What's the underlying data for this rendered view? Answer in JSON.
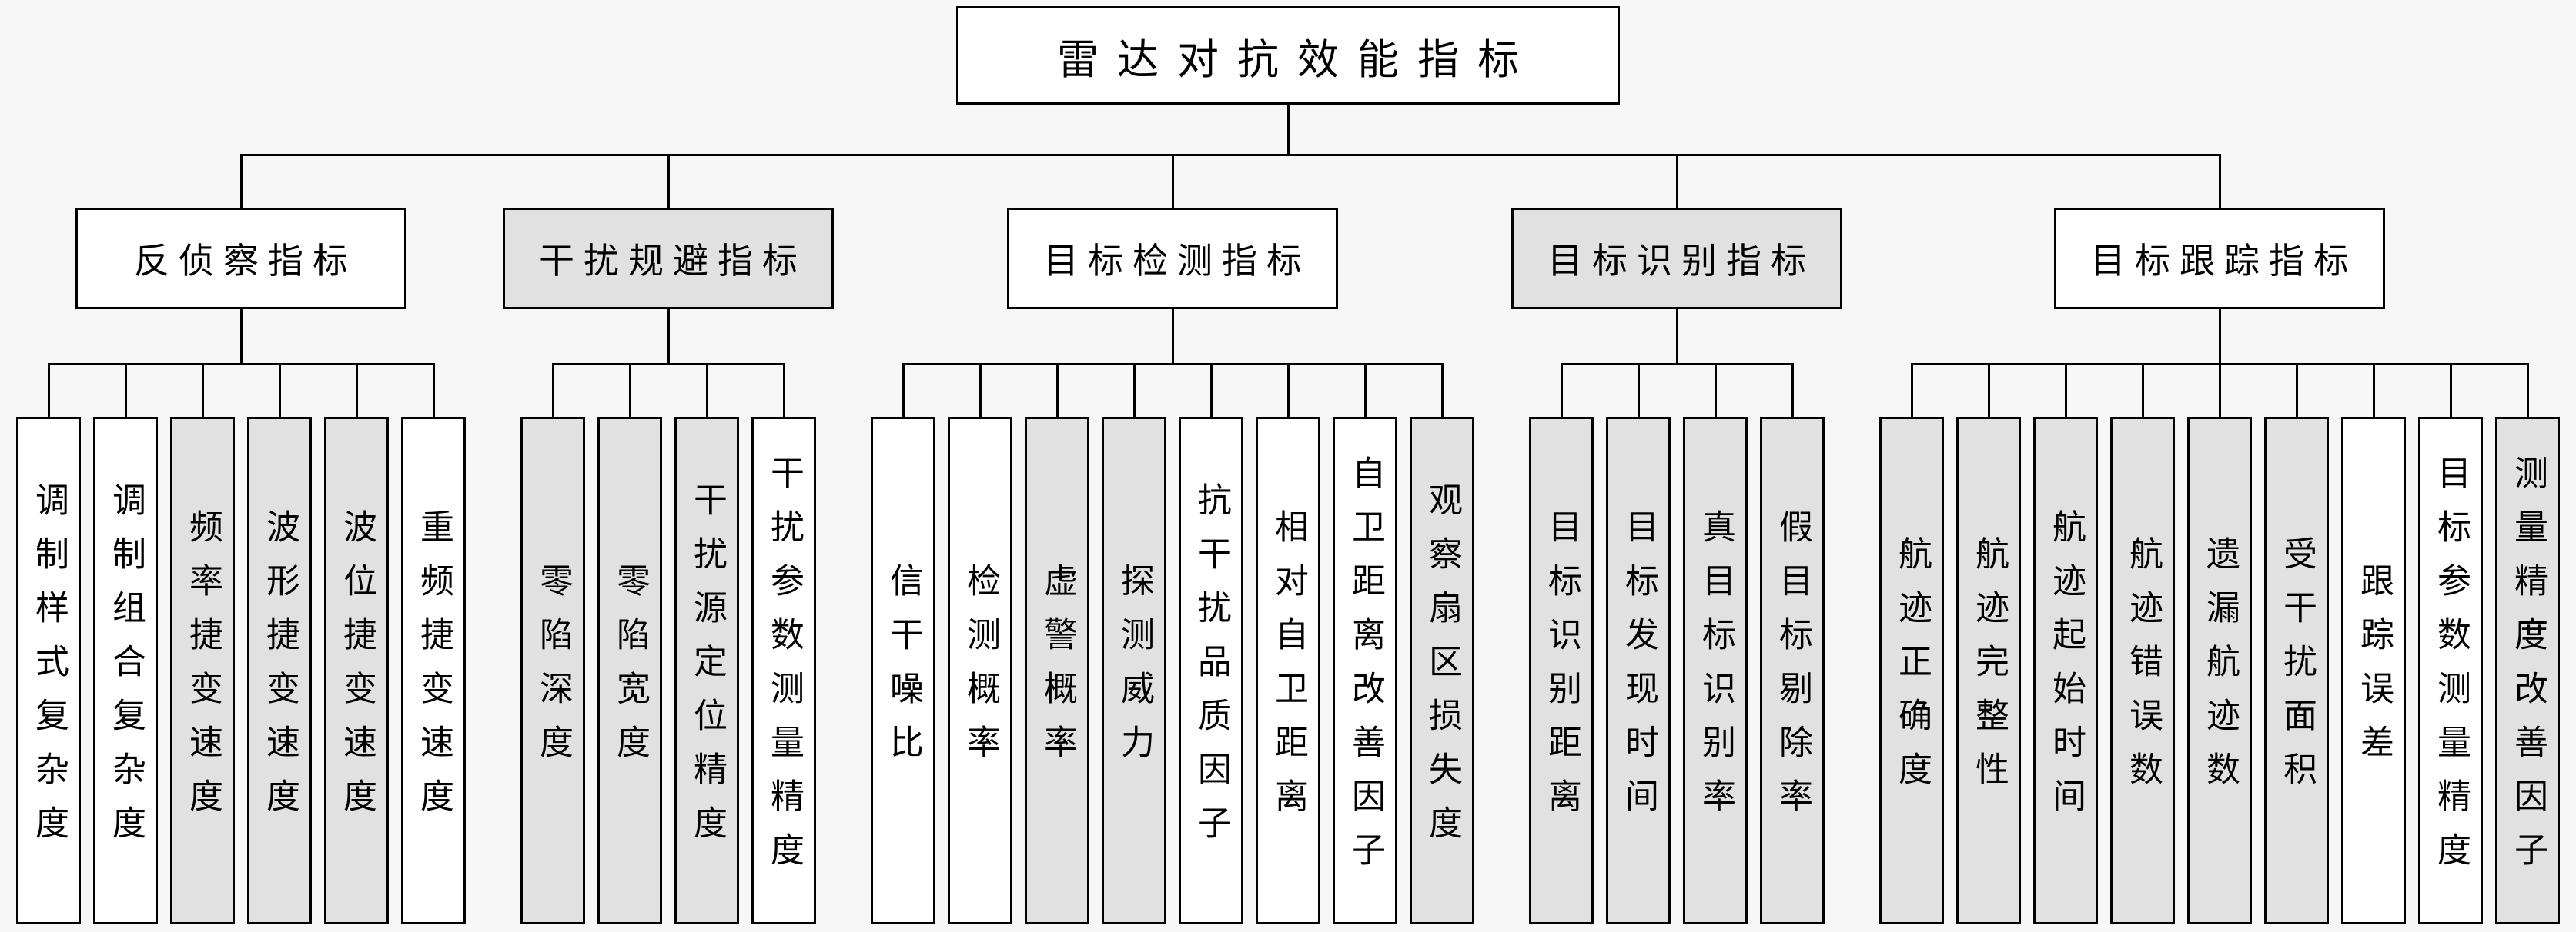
{
  "title": "雷达对抗效能指标",
  "colors": {
    "page_background": "#f7f7f7",
    "box_white": "#ffffff",
    "box_gray": "#e1e1e1",
    "line": "#000000"
  },
  "root": {
    "label": "雷达对抗效能指标",
    "variant": "white"
  },
  "branches": [
    {
      "label": "反侦察指标",
      "variant": "white",
      "leaves": [
        {
          "label": "调制样式复杂度",
          "variant": "white"
        },
        {
          "label": "调制组合复杂度",
          "variant": "white"
        },
        {
          "label": "频率捷变速度",
          "variant": "gray"
        },
        {
          "label": "波形捷变速度",
          "variant": "gray"
        },
        {
          "label": "波位捷变速度",
          "variant": "gray"
        },
        {
          "label": "重频捷变速度",
          "variant": "white"
        }
      ]
    },
    {
      "label": "干扰规避指标",
      "variant": "gray",
      "leaves": [
        {
          "label": "零陷深度",
          "variant": "gray"
        },
        {
          "label": "零陷宽度",
          "variant": "gray"
        },
        {
          "label": "干扰源定位精度",
          "variant": "gray"
        },
        {
          "label": "干扰参数测量精度",
          "variant": "white"
        }
      ]
    },
    {
      "label": "目标检测指标",
      "variant": "white",
      "leaves": [
        {
          "label": "信干噪比",
          "variant": "white"
        },
        {
          "label": "检测概率",
          "variant": "white"
        },
        {
          "label": "虚警概率",
          "variant": "gray"
        },
        {
          "label": "探测威力",
          "variant": "gray"
        },
        {
          "label": "抗干扰品质因子",
          "variant": "white"
        },
        {
          "label": "相对自卫距离",
          "variant": "white"
        },
        {
          "label": "自卫距离改善因子",
          "variant": "white"
        },
        {
          "label": "观察扇区损失度",
          "variant": "gray"
        }
      ]
    },
    {
      "label": "目标识别指标",
      "variant": "gray",
      "leaves": [
        {
          "label": "目标识别距离",
          "variant": "gray"
        },
        {
          "label": "目标发现时间",
          "variant": "gray"
        },
        {
          "label": "真目标识别率",
          "variant": "gray"
        },
        {
          "label": "假目标剔除率",
          "variant": "gray"
        }
      ]
    },
    {
      "label": "目标跟踪指标",
      "variant": "white",
      "leaves": [
        {
          "label": "航迹正确度",
          "variant": "gray"
        },
        {
          "label": "航迹完整性",
          "variant": "gray"
        },
        {
          "label": "航迹起始时间",
          "variant": "gray"
        },
        {
          "label": "航迹错误数",
          "variant": "gray"
        },
        {
          "label": "遗漏航迹数",
          "variant": "gray"
        },
        {
          "label": "受干扰面积",
          "variant": "gray"
        },
        {
          "label": "跟踪误差",
          "variant": "white"
        },
        {
          "label": "目标参数测量精度",
          "variant": "white"
        },
        {
          "label": "测量精度改善因子",
          "variant": "gray"
        }
      ]
    }
  ]
}
